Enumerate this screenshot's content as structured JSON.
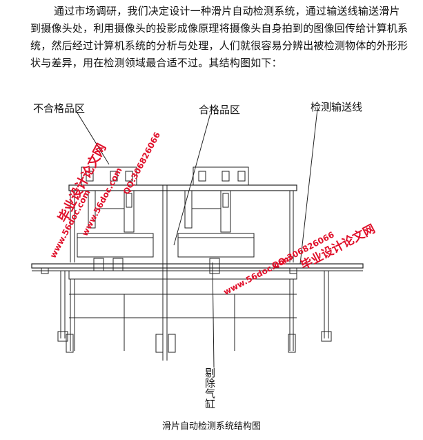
{
  "paragraph": "通过市场调研，我们决定设计一种滑片自动检测系统，通过输送线输送滑片到摄像头处，利用摄像头的投影成像原理将摄像头自身拍到的图像回传给计算机系统，然后经过计算机系统的分析与处理，人们就很容易分辨出被检测物体的外形形状与差异，用在检测领域最合适不过。其结构图如下：",
  "figure": {
    "labels": {
      "reject_zone": "不合格品区",
      "pass_zone": "合格品区",
      "conveyor": "检测输送线",
      "reject_cylinder": "剔除气缸"
    },
    "watermarks": {
      "site_cn": "毕业设计论文网",
      "url": "www.56doc.com",
      "qq": "QQ:306826066"
    }
  },
  "caption": "滑片自动检测系统结构图"
}
